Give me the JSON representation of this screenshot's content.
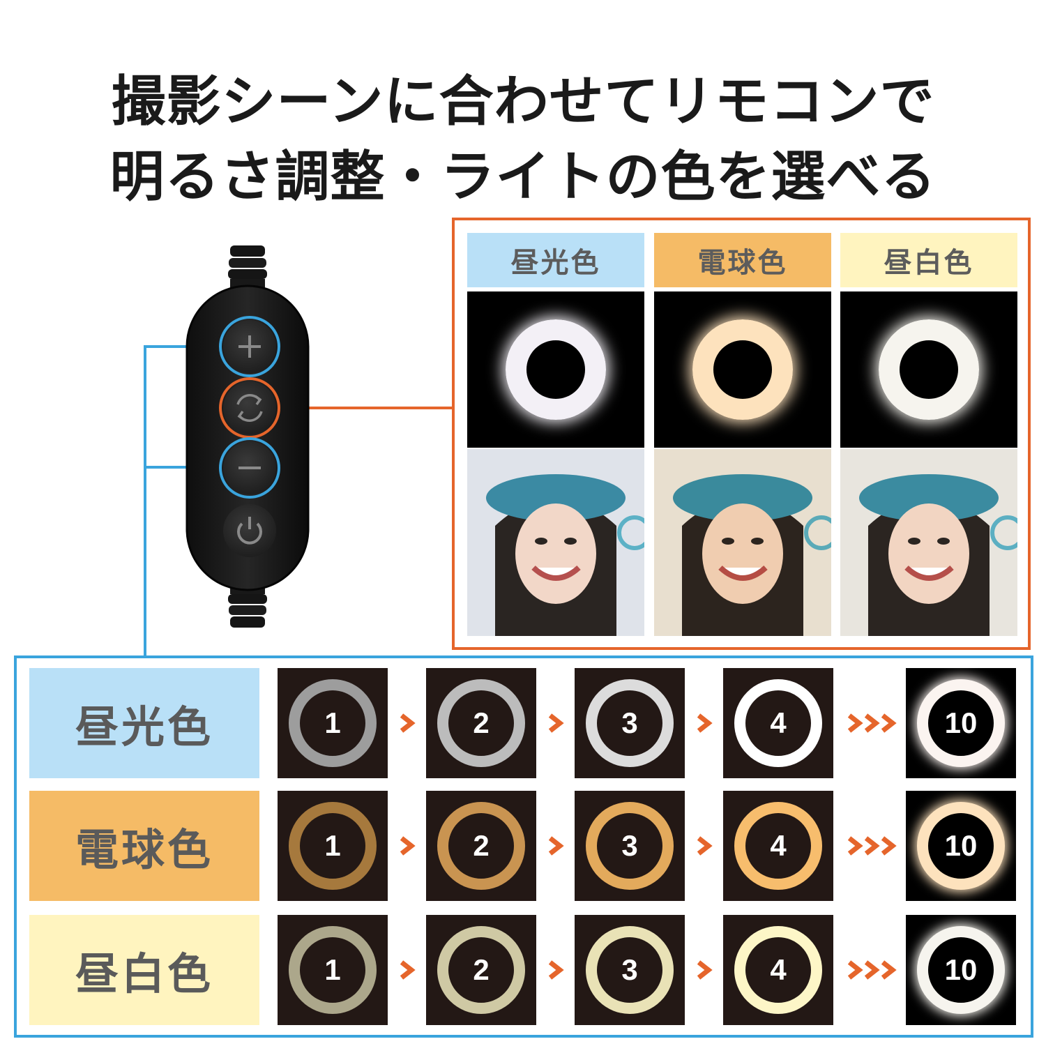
{
  "headline": {
    "line1": "撮影シーンに合わせてリモコンで",
    "line2": "明るさ調整・ライトの色を選べる"
  },
  "remote": {
    "buttons": [
      {
        "icon": "plus-icon",
        "highlight": "blue"
      },
      {
        "icon": "cycle-icon",
        "highlight": "orange"
      },
      {
        "icon": "minus-icon",
        "highlight": "blue"
      },
      {
        "icon": "power-icon",
        "highlight": "none"
      }
    ]
  },
  "colors": {
    "accent_orange": "#e5652b",
    "accent_blue": "#3aa4dd",
    "daylight_bg": "#b9e0f7",
    "warm_bg": "#f5bb66",
    "neutral_bg": "#fff4bf"
  },
  "modes": [
    {
      "label": "昼光色",
      "bg": "#b9e0f7",
      "ring_color": "#f3f0f6"
    },
    {
      "label": "電球色",
      "bg": "#f5bb66",
      "ring_color": "#fde2bd"
    },
    {
      "label": "昼白色",
      "bg": "#fff4bf",
      "ring_color": "#f6f4ee"
    }
  ],
  "levels": [
    {
      "label": "昼光色",
      "bg": "#b9e0f7",
      "steps": [
        {
          "num": "1",
          "ring": "#9d9d9d"
        },
        {
          "num": "2",
          "ring": "#bcbcbc"
        },
        {
          "num": "3",
          "ring": "#dcdcdc"
        },
        {
          "num": "4",
          "ring": "#ffffff"
        },
        {
          "num": "10",
          "ring": "#fbf4f0"
        }
      ]
    },
    {
      "label": "電球色",
      "bg": "#f5bb66",
      "steps": [
        {
          "num": "1",
          "ring": "#a6793d"
        },
        {
          "num": "2",
          "ring": "#c99451"
        },
        {
          "num": "3",
          "ring": "#e3aa5c"
        },
        {
          "num": "4",
          "ring": "#f7bd6d"
        },
        {
          "num": "10",
          "ring": "#fde2bd"
        }
      ]
    },
    {
      "label": "昼白色",
      "bg": "#fff4bf",
      "steps": [
        {
          "num": "1",
          "ring": "#aca78b"
        },
        {
          "num": "2",
          "ring": "#cfc9a4"
        },
        {
          "num": "3",
          "ring": "#e9e2b6"
        },
        {
          "num": "4",
          "ring": "#fdf6c7"
        },
        {
          "num": "10",
          "ring": "#f6f4ee"
        }
      ]
    }
  ]
}
